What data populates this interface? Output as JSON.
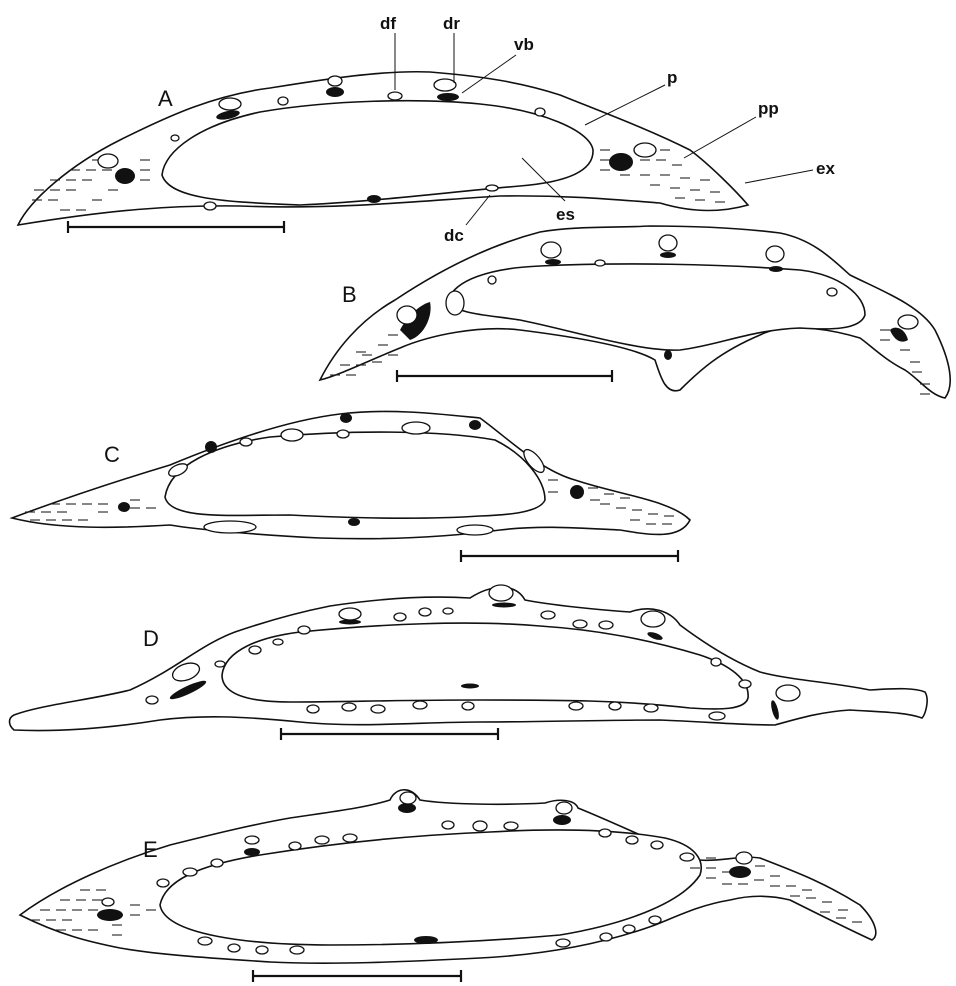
{
  "panels": {
    "A": "A",
    "B": "B",
    "C": "C",
    "D": "D",
    "E": "E"
  },
  "labels": {
    "df": "df",
    "dr": "dr",
    "vb": "vb",
    "p": "p",
    "pp": "pp",
    "ex": "ex",
    "es": "es",
    "dc": "dc"
  }
}
